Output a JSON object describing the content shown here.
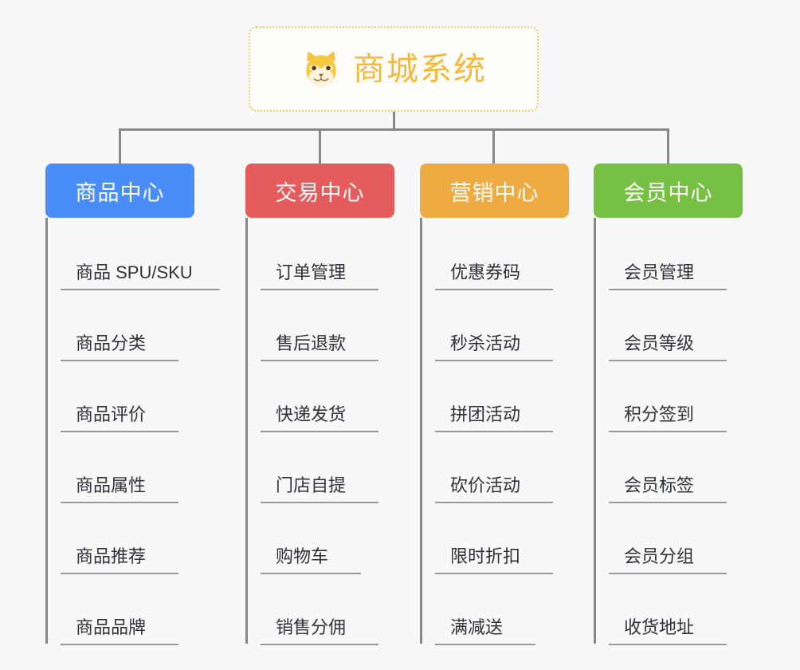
{
  "page": {
    "background_color": "#f8f8f8",
    "line_color": "#888888",
    "item_text_color": "#2f3238",
    "item_rule_color": "#9a9a9a"
  },
  "root": {
    "title": "商城系统",
    "icon": "shiba-dog-icon",
    "border_color": "#f1c96b",
    "title_color": "#f5b83d",
    "background_color": "#fffefb"
  },
  "categories": [
    {
      "label": "商品中心",
      "color": "#4b8df8",
      "items": [
        "商品 SPU/SKU",
        "商品分类",
        "商品评价",
        "商品属性",
        "商品推荐",
        "商品品牌"
      ]
    },
    {
      "label": "交易中心",
      "color": "#e45c5c",
      "items": [
        "订单管理",
        "售后退款",
        "快递发货",
        "门店自提",
        "购物车",
        "销售分佣"
      ]
    },
    {
      "label": "营销中心",
      "color": "#eeab42",
      "items": [
        "优惠券码",
        "秒杀活动",
        "拼团活动",
        "砍价活动",
        "限时折扣",
        "满减送"
      ]
    },
    {
      "label": "会员中心",
      "color": "#78c043",
      "items": [
        "会员管理",
        "会员等级",
        "积分签到",
        "会员标签",
        "会员分组",
        "收货地址"
      ]
    }
  ]
}
